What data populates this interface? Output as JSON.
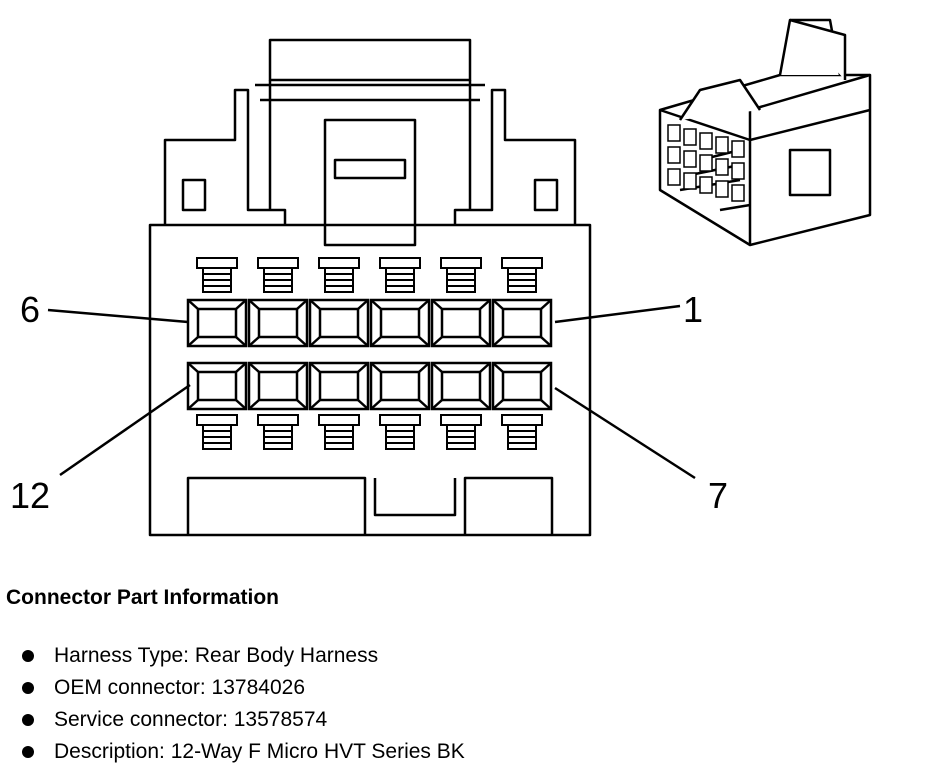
{
  "pin_labels": {
    "top_left": "6",
    "top_right": "1",
    "bottom_left": "12",
    "bottom_right": "7"
  },
  "section_title": "Connector Part Information",
  "info_items": [
    "Harness Type: Rear Body Harness",
    "OEM connector: 13784026",
    "Service connector: 13578574",
    "Description: 12-Way F Micro HVT Series BK"
  ]
}
